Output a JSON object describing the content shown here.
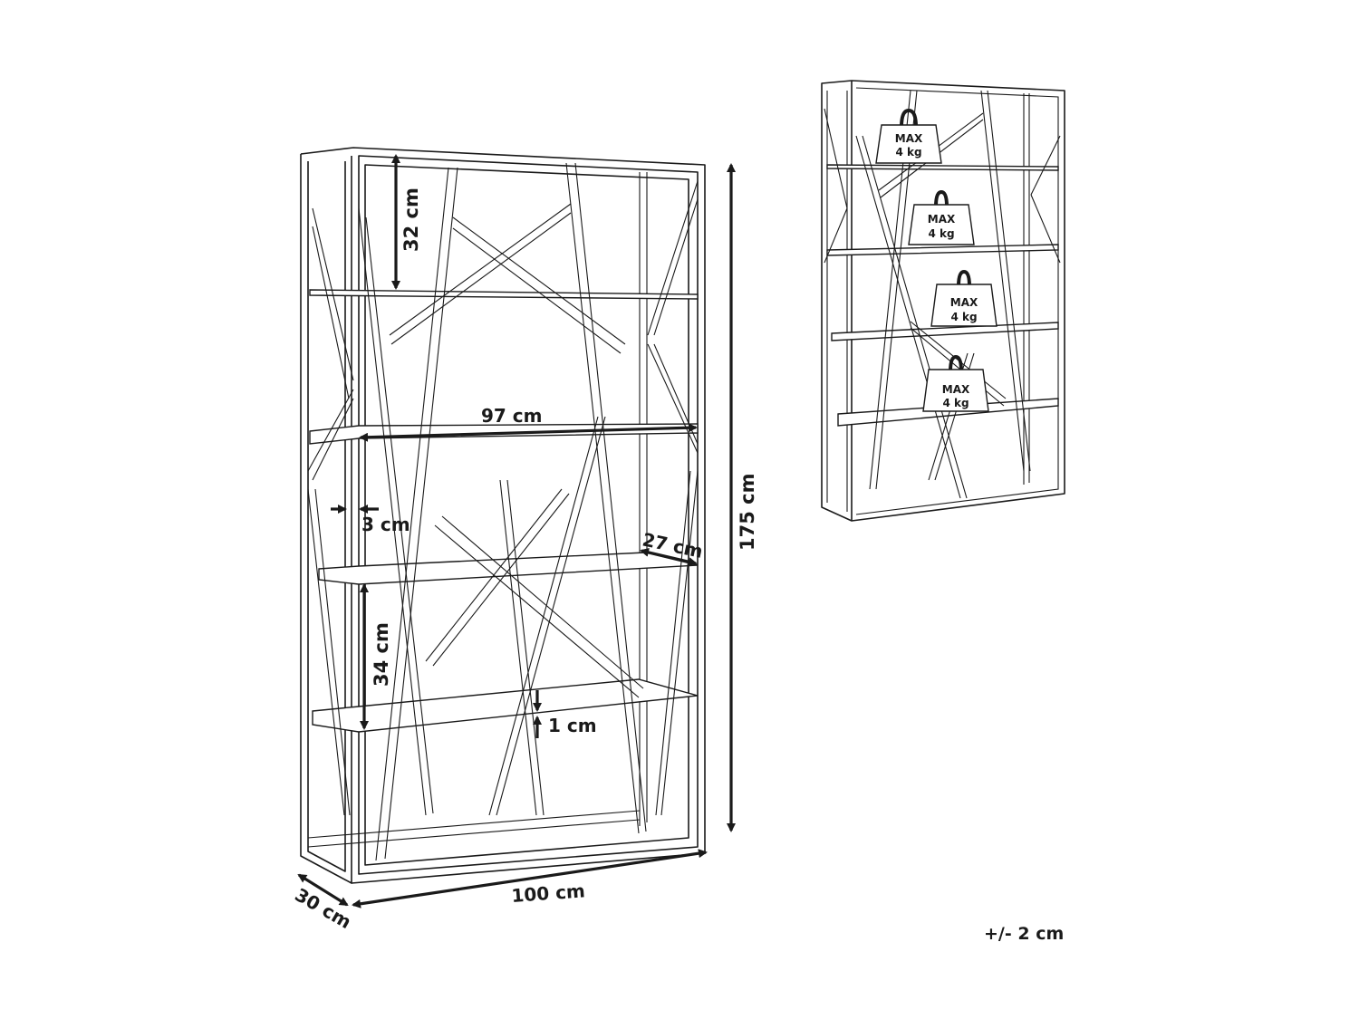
{
  "main_drawing": {
    "dimensions": {
      "top_shelf_gap": "32 cm",
      "inner_width": "97 cm",
      "frame_thickness": "3 cm",
      "shelf_depth": "27 cm",
      "lower_shelf_gap": "34 cm",
      "shelf_thickness": "1 cm",
      "total_height": "175 cm",
      "total_width": "100 cm",
      "total_depth": "30 cm"
    }
  },
  "load_drawing": {
    "weights": [
      {
        "line1": "MAX",
        "line2": "4 kg"
      },
      {
        "line1": "MAX",
        "line2": "4 kg"
      },
      {
        "line1": "MAX",
        "line2": "4 kg"
      },
      {
        "line1": "MAX",
        "line2": "4 kg"
      }
    ]
  },
  "tolerance": "+/- 2 cm"
}
